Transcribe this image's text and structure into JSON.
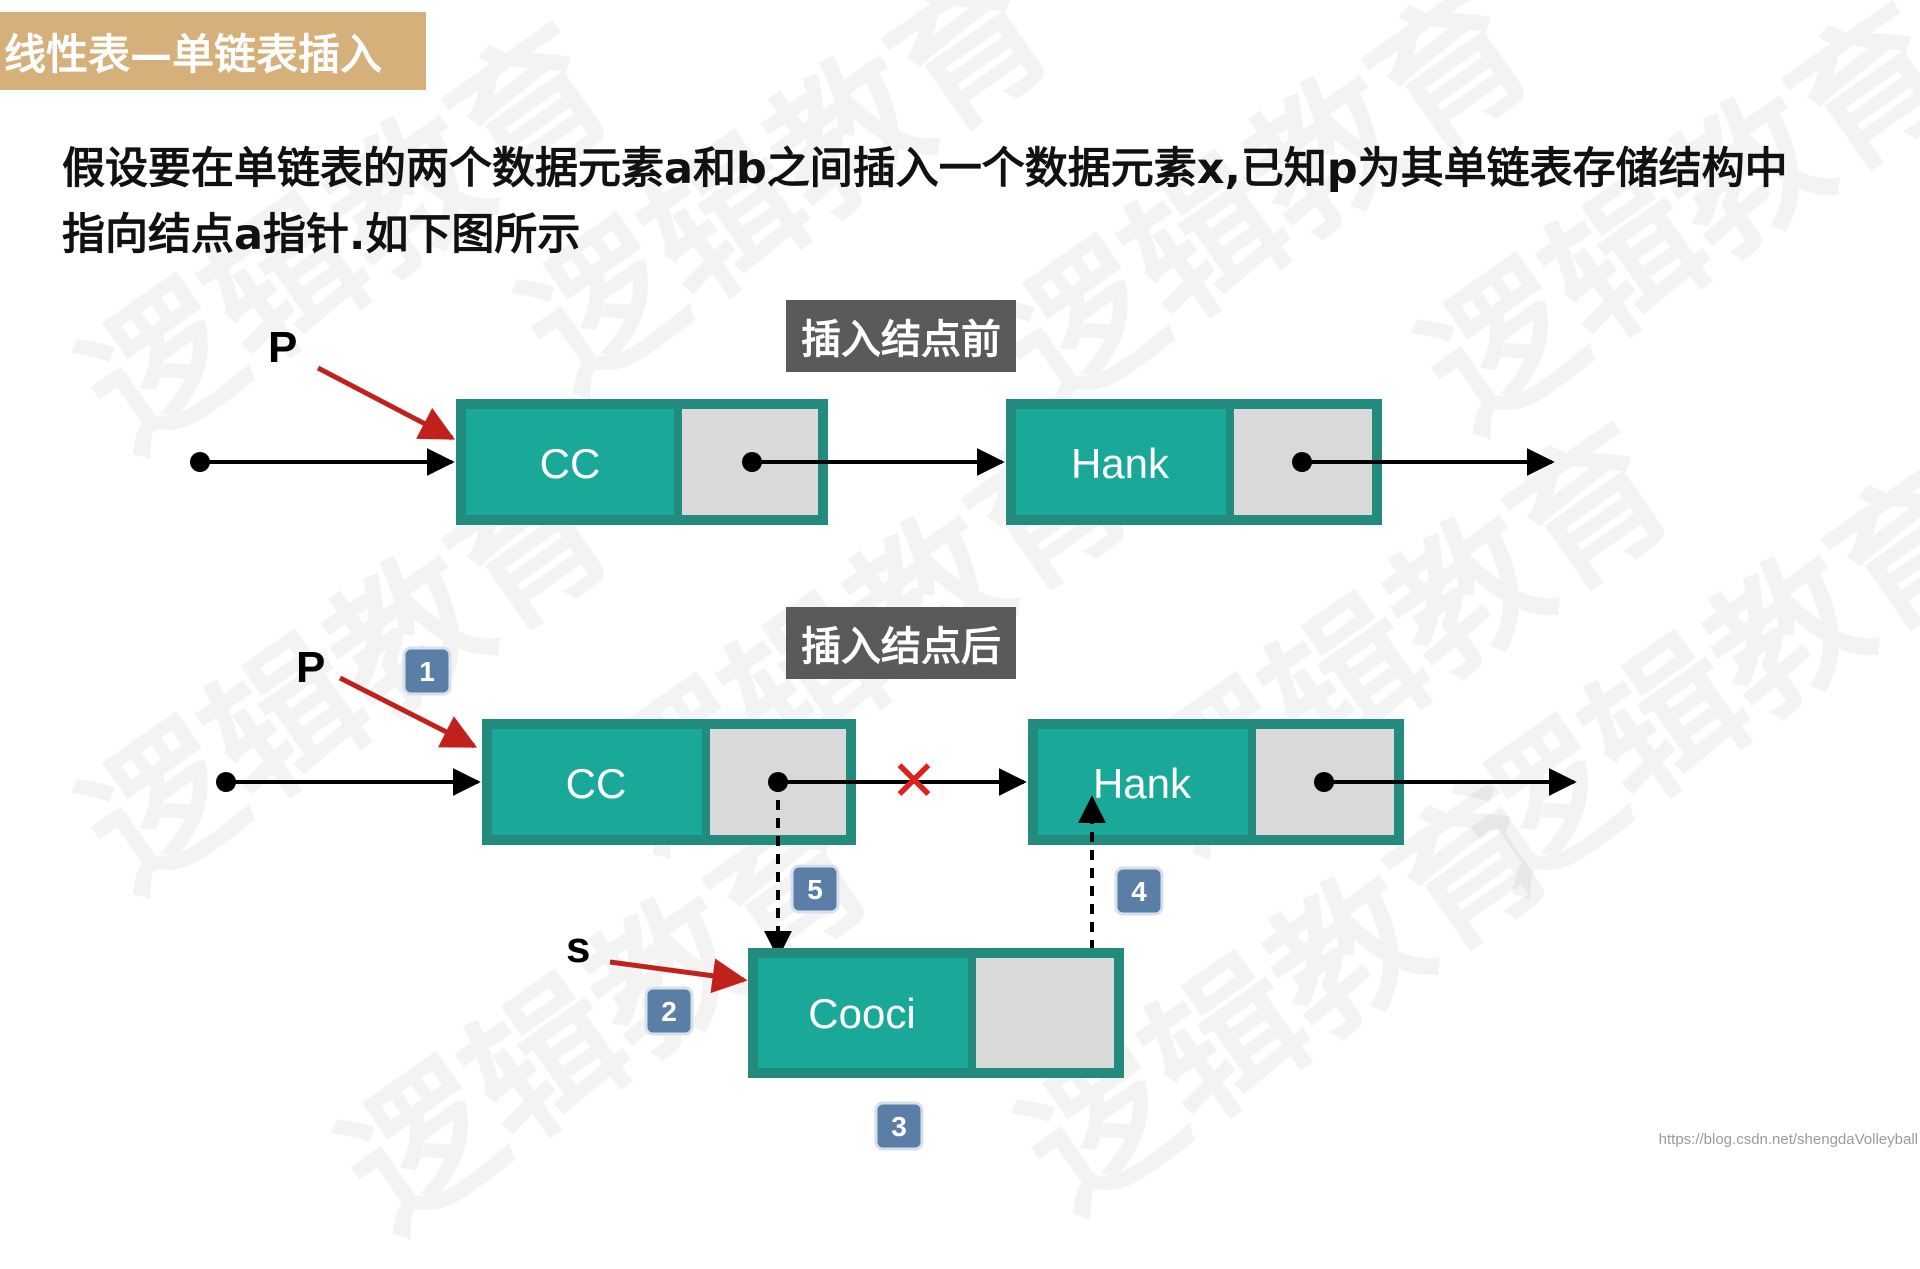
{
  "title": "线性表—单链表插入",
  "description": {
    "line1": "假设要在单链表的两个数据元素a和b之间插入一个数据元素x,已知p为其单链表存储结构中",
    "line2": "指向结点a指针.如下图所示"
  },
  "before": {
    "label": "插入结点前",
    "pointer": "P",
    "nodes": [
      "CC",
      "Hank"
    ]
  },
  "after": {
    "label": "插入结点后",
    "pointer_p": "P",
    "pointer_s": "s",
    "nodes": [
      "CC",
      "Hank"
    ],
    "new_node": "Cooci",
    "removed_mark": "✕"
  },
  "steps": [
    "1",
    "2",
    "3",
    "4",
    "5"
  ],
  "watermark": "逻辑教育",
  "source": "https://blog.csdn.net/shengdaVolleyball",
  "colors": {
    "node_fill": "#1aa898",
    "node_border": "#238a7e",
    "pointer_cell": "#d9d9d9",
    "red_arrow": "#c0221b",
    "label_bg": "#5a5a5a",
    "step_bg": "#5b7ea6",
    "title_bg": "#d6b07a"
  }
}
